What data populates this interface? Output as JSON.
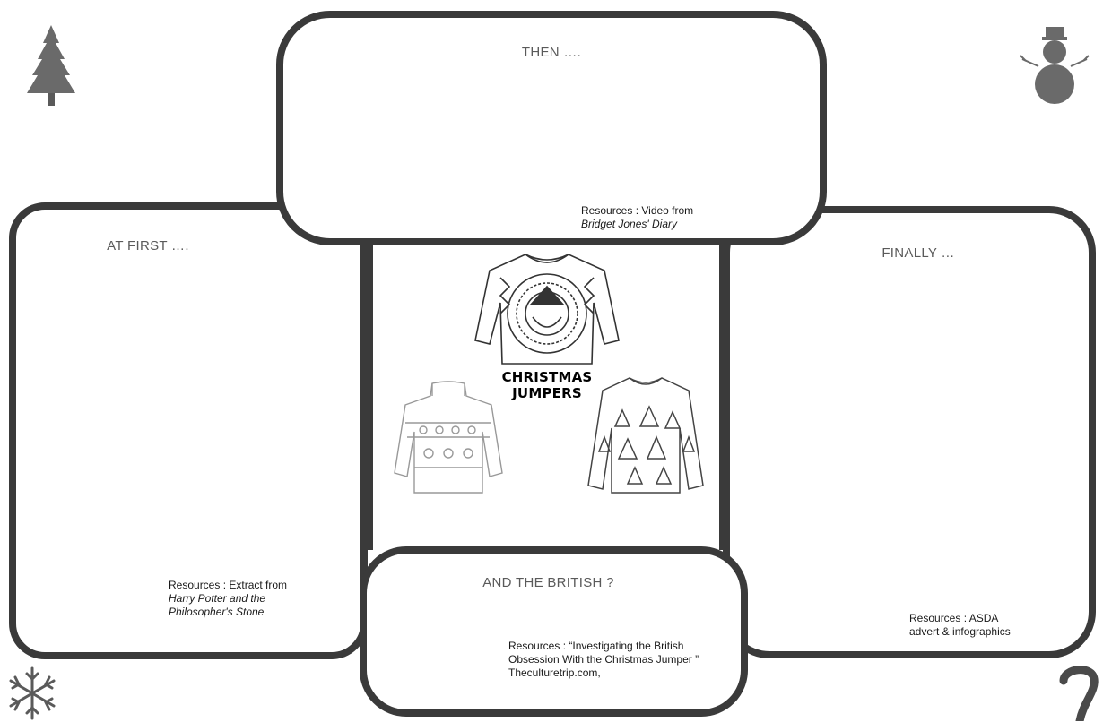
{
  "boxes": {
    "then": {
      "title": "THEN ….",
      "resources_line1": "Resources : Video from",
      "resources_line2": "Bridget Jones' Diary"
    },
    "at_first": {
      "title": "AT FIRST ….",
      "resources_line1": "Resources : Extract from",
      "resources_line2": "Harry Potter and the",
      "resources_line3": "Philosopher's Stone"
    },
    "finally": {
      "title": "FINALLY …",
      "resources_line1": "Resources : ASDA",
      "resources_line2": "advert & infographics"
    },
    "british": {
      "title": "AND THE BRITISH ?",
      "resources_line1": "Resources : “Investigating the British",
      "resources_line2": "Obsession With the Christmas Jumper ”",
      "resources_line3": "Theculturetrip.com,"
    }
  },
  "center": {
    "heading": "CHRISTMAS JUMPERS"
  },
  "icons": {
    "top_left": "christmas-tree-icon",
    "top_right": "snowman-icon",
    "bottom_left": "snowflake-icon",
    "bottom_right": "candy-cane-icon"
  }
}
